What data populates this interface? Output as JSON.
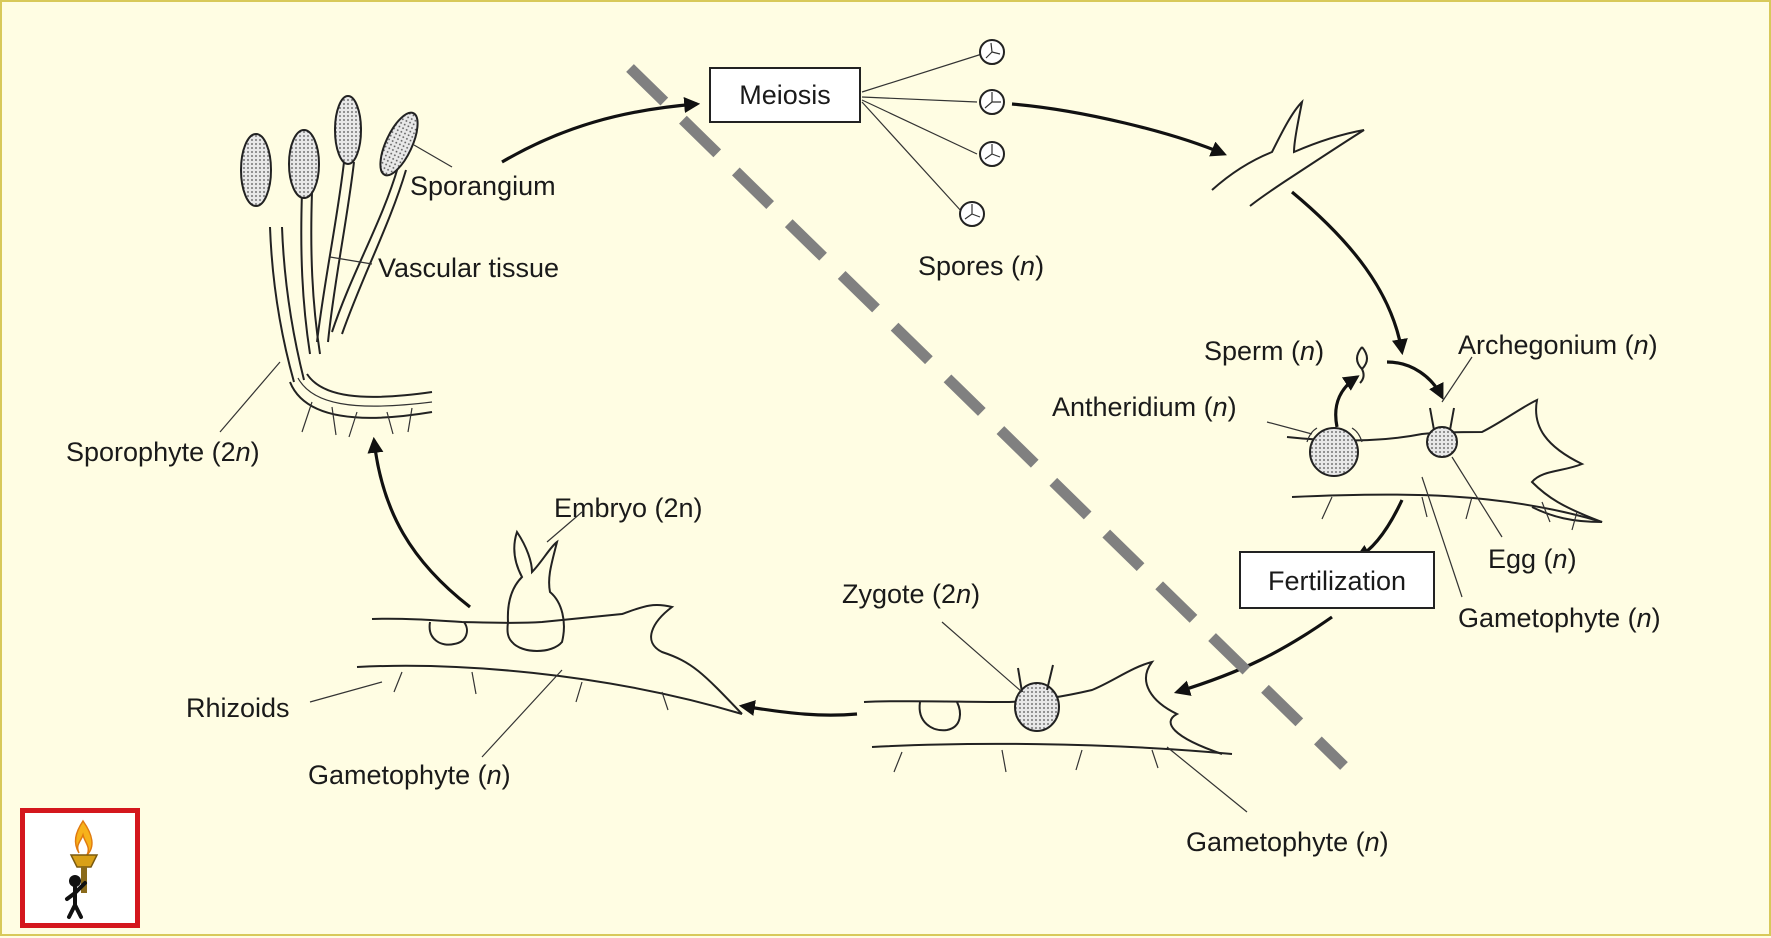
{
  "labels": {
    "meiosis": "Meiosis",
    "fertilization": "Fertilization",
    "sporangium": "Sporangium",
    "vascular_tissue": "Vascular tissue",
    "sporophyte": "Sporophyte (2",
    "spores": "Spores (",
    "sperm": "Sperm (",
    "archegonium": "Archegonium (",
    "antheridium": "Antheridium (",
    "egg": "Egg (",
    "gametophyte_right": "Gametophyte (",
    "zygote": "Zygote (2",
    "gametophyte_bottom": "Gametophyte (",
    "embryo": "Embryo (2n)",
    "rhizoids": "Rhizoids",
    "gametophyte_left": "Gametophyte ("
  },
  "ploidy": {
    "haploid": "n",
    "diploid_n": "n",
    "close": ")"
  },
  "colors": {
    "background": "#fffde3",
    "frame": "#d8c95a",
    "divider": "#808080",
    "logo_border": "#d4171d"
  },
  "icons": {
    "logo": "torch-bearer-icon"
  }
}
